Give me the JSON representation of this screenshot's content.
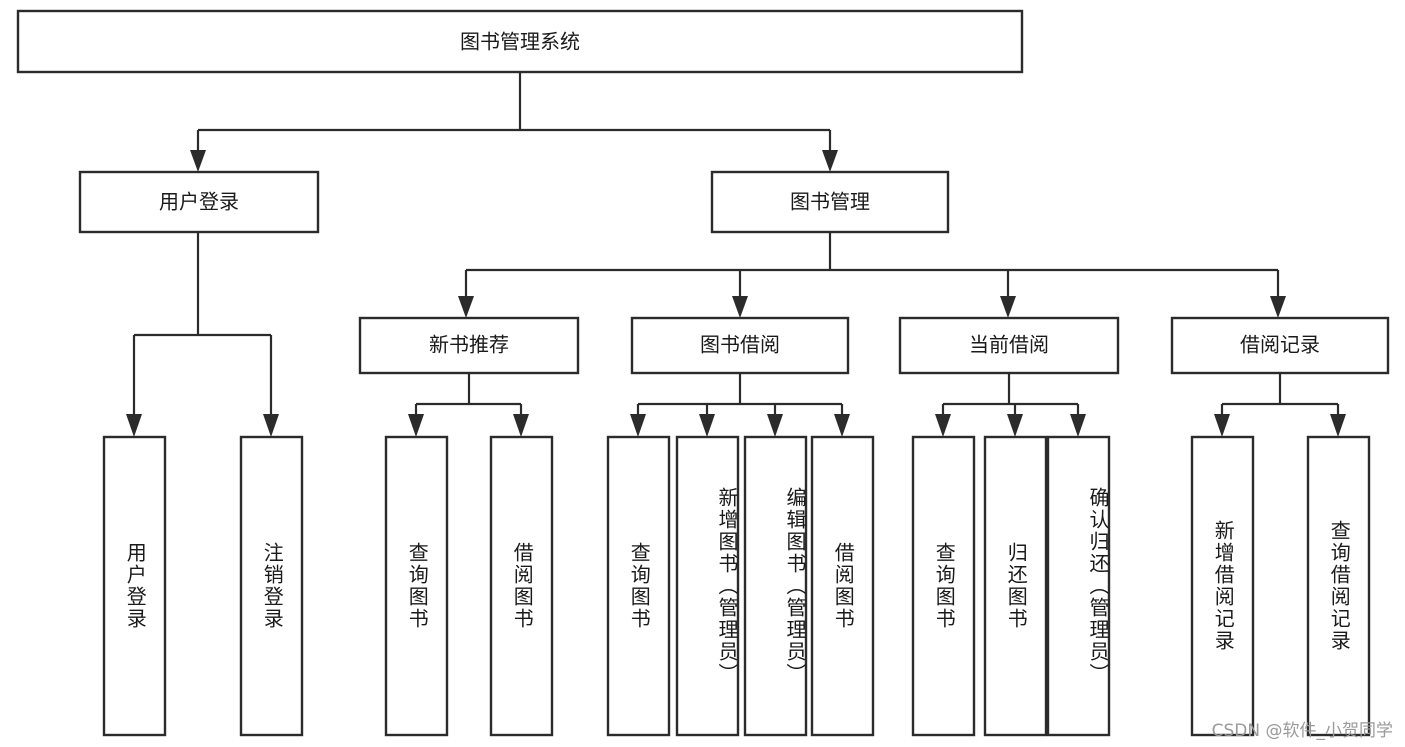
{
  "diagram": {
    "title": "图书管理系统",
    "type": "tree-hierarchy",
    "root": {
      "id": "root",
      "label": "图书管理系统",
      "orientation": "horizontal"
    },
    "level1": [
      {
        "id": "user-login",
        "label": "用户登录",
        "orientation": "horizontal"
      },
      {
        "id": "book-management",
        "label": "图书管理",
        "orientation": "horizontal"
      }
    ],
    "level2": [
      {
        "id": "new-book-recommend",
        "label": "新书推荐",
        "parent": "book-management",
        "orientation": "horizontal"
      },
      {
        "id": "book-borrow",
        "label": "图书借阅",
        "parent": "book-management",
        "orientation": "horizontal"
      },
      {
        "id": "current-borrow",
        "label": "当前借阅",
        "parent": "book-management",
        "orientation": "horizontal"
      },
      {
        "id": "borrow-record",
        "label": "借阅记录",
        "parent": "book-management",
        "orientation": "horizontal"
      }
    ],
    "leaves": [
      {
        "id": "leaf-user-login",
        "label": "用户登录",
        "parent": "user-login",
        "orientation": "vertical"
      },
      {
        "id": "leaf-logout-login",
        "label": "注销登录",
        "parent": "user-login",
        "orientation": "vertical"
      },
      {
        "id": "leaf-query-book-1",
        "label": "查询图书",
        "parent": "new-book-recommend",
        "orientation": "vertical"
      },
      {
        "id": "leaf-borrow-book-1",
        "label": "借阅图书",
        "parent": "new-book-recommend",
        "orientation": "vertical"
      },
      {
        "id": "leaf-query-book-2",
        "label": "查询图书",
        "parent": "book-borrow",
        "orientation": "vertical"
      },
      {
        "id": "leaf-add-book",
        "label": "新增图书（管理员）",
        "parent": "book-borrow",
        "orientation": "vertical"
      },
      {
        "id": "leaf-edit-book",
        "label": "编辑图书（管理员）",
        "parent": "book-borrow",
        "orientation": "vertical"
      },
      {
        "id": "leaf-borrow-book-2",
        "label": "借阅图书",
        "parent": "book-borrow",
        "orientation": "vertical"
      },
      {
        "id": "leaf-query-book-3",
        "label": "查询图书",
        "parent": "current-borrow",
        "orientation": "vertical"
      },
      {
        "id": "leaf-return-book",
        "label": "归还图书",
        "parent": "current-borrow",
        "orientation": "vertical"
      },
      {
        "id": "leaf-confirm-return",
        "label": "确认归还（管理员）",
        "parent": "current-borrow",
        "orientation": "vertical"
      },
      {
        "id": "leaf-add-record",
        "label": "新增借阅记录",
        "parent": "borrow-record",
        "orientation": "vertical"
      },
      {
        "id": "leaf-query-record",
        "label": "查询借阅记录",
        "parent": "borrow-record",
        "orientation": "vertical"
      }
    ],
    "colors": {
      "stroke": "#2b2b2b",
      "fill": "#ffffff",
      "text": "#1a1a1a",
      "watermark": "#9a9a9a"
    }
  },
  "watermark": {
    "text": "CSDN @软件_小贺同学"
  }
}
